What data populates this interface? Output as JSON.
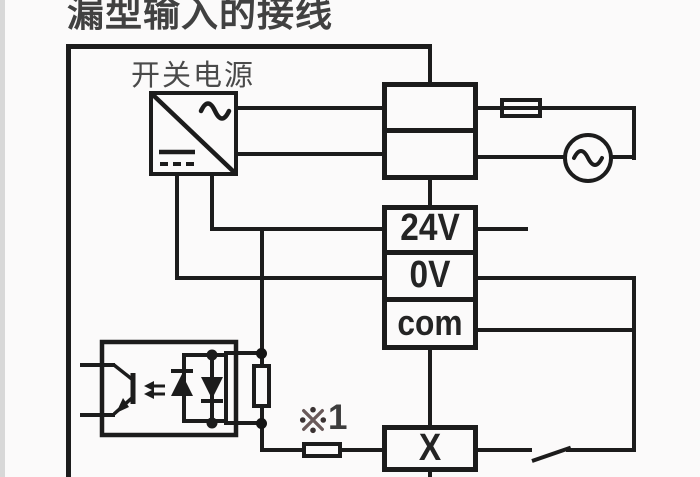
{
  "title": "漏型输入的接线",
  "power_supply": {
    "label": "开关电源"
  },
  "plc": {
    "terminals": [
      {
        "label": "24V"
      },
      {
        "label": "0V"
      },
      {
        "label": "com"
      }
    ],
    "input_terminal": {
      "label": "X"
    }
  },
  "annotations": {
    "ref_mark": "※",
    "ref_number": "1"
  },
  "icons": {
    "psu_converter": "ac-dc-converter-box",
    "ac_wave": "~",
    "dc_symbol": "solid-over-dashed-line",
    "fuse": "fuse-rectangle",
    "ac_source": "circle-with-sine",
    "optocoupler": "photocoupler-with-antiparallel-leds",
    "resistor": "rectangle-resistor",
    "switch": "open-contact-blade",
    "reference_mark": "※"
  },
  "colors": {
    "line": "#1c1c1c",
    "background": "#fbfafa",
    "title_text": "#414141",
    "psu_label_text": "#4a4a4a",
    "reference_mark": "#6a5a5a"
  }
}
